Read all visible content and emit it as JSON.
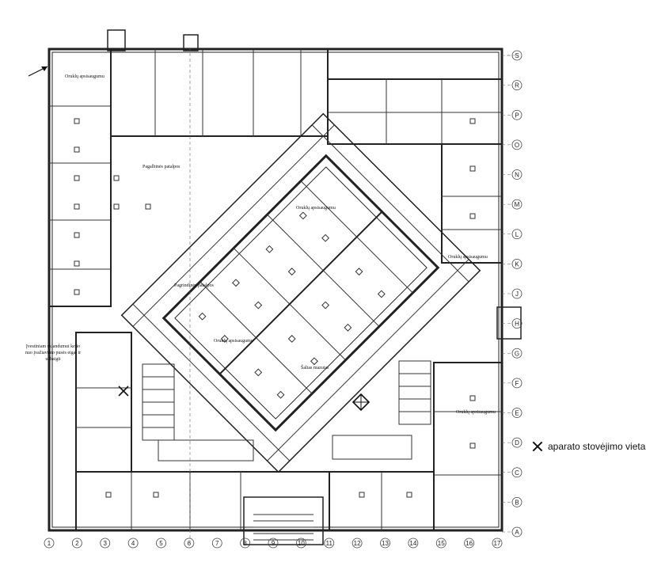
{
  "legend": {
    "marker_label": "aparato stovėjimo vieta",
    "marker_icon": "x-mark-icon"
  },
  "side_note": "Įvestiniam sklandumui kelio nuo įvažiavimo pusės eigai ir užbaigti",
  "room_notes": [
    "Oruklų apsisaugumu",
    "Pagalbinės patalpos",
    "Pagrindinės patalpos",
    "Oruklų apsisaugumu",
    "Oruklų apsisaugumu",
    "Oruklų apsisaugumu",
    "Šaltas mazutas",
    "Oruklų apsisaugumu"
  ],
  "row_axes": [
    "S",
    "R",
    "P",
    "O",
    "N",
    "M",
    "L",
    "K",
    "J",
    "H",
    "G",
    "F",
    "E",
    "D",
    "C",
    "B",
    "A"
  ],
  "col_axes": [
    "1",
    "2",
    "3",
    "4",
    "5",
    "6",
    "7",
    "8",
    "9",
    "10",
    "11",
    "12",
    "13",
    "14",
    "15",
    "16",
    "17"
  ],
  "colors": {
    "ink": "#222222",
    "paper": "#ffffff"
  }
}
